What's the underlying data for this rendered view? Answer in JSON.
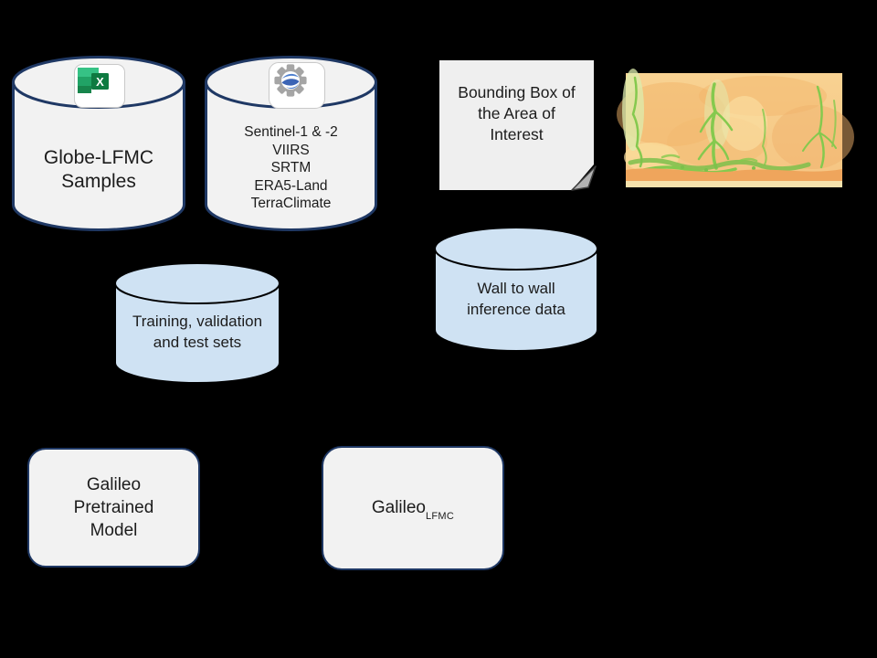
{
  "nodes": {
    "globe_samples": {
      "label": "Globe-LFMC\nSamples"
    },
    "gee_datasets": {
      "label": "Sentinel-1 & -2\nVIIRS\nSRTM\nERA5-Land\nTerraClimate"
    },
    "bounding_box_note": {
      "label": "Bounding Box of\nthe Area of\nInterest"
    },
    "training_sets": {
      "label": "Training, validation\nand test sets"
    },
    "wall_inference": {
      "label": "Wall to wall\ninference data"
    },
    "pretrained_model": {
      "label": "Galileo\nPretrained\nModel"
    },
    "finetuned_model": {
      "label_base": "Galileo",
      "label_subscript": "LFMC"
    }
  },
  "icons": {
    "excel": {
      "name": "excel-icon",
      "letter": "X"
    },
    "google_earth_engine": {
      "name": "google-earth-engine-icon"
    },
    "map_thumbnail": {
      "name": "lfmc-map-image"
    }
  },
  "colors": {
    "canvas_background": "#000000",
    "shape_fill": "#f2f2f2",
    "shape_border": "#1f3864",
    "data_cylinder_fill": "#cfe2f3",
    "data_cylinder_border": "#000000",
    "note_fill": "#efefef",
    "note_fold": "#b3b3b3",
    "map_base": "#f6c98d",
    "map_green": "#85c94e",
    "map_band": "#efa55c",
    "excel_green": "#0e7a41",
    "gee_gear_gray": "#a5a5a5",
    "gee_globe_blue": "#3b64b5",
    "text": "#1c1c1c"
  }
}
